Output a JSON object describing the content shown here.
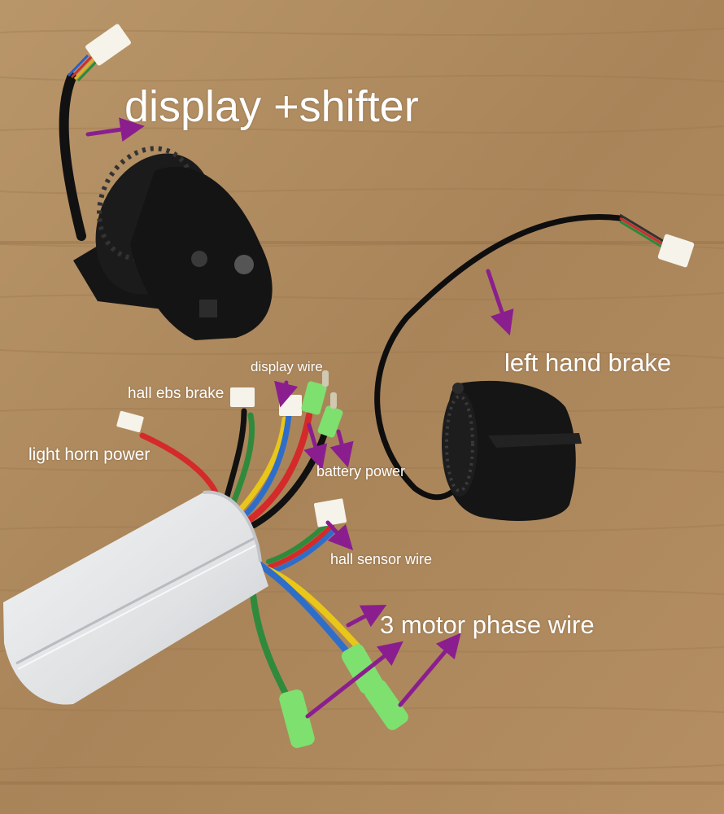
{
  "labels": {
    "display_shifter": "display +shifter",
    "left_hand_brake": "left hand brake",
    "display_wire": "display wire",
    "hall_ebs_brake": "hall ebs brake",
    "light_horn_power": "light horn power",
    "battery_power": "battery power",
    "hall_sensor_wire": "hall sensor wire",
    "motor_phase_wire": "3 motor phase wire"
  },
  "colors": {
    "wood": "#b08a5e",
    "annotation_arrow": "#8b1e8f",
    "label_text": "#ffffff",
    "controller_body": "#e4e6e8",
    "wire_red": "#d42a2a",
    "wire_green": "#2f8a3c",
    "wire_yellow": "#e8c61a",
    "wire_blue": "#2f6ec8",
    "connector_green": "#7ee06e"
  }
}
